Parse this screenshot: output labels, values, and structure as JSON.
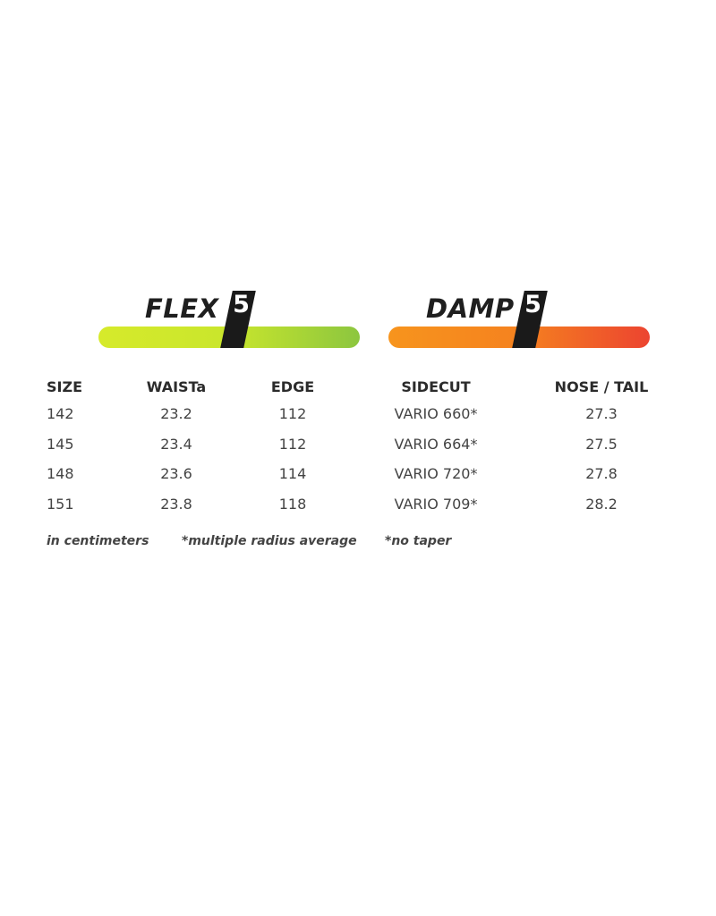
{
  "ratings": {
    "flex": {
      "label": "FLEX",
      "value": "5",
      "gradient": [
        "#d6ea2b",
        "#8cc63f"
      ]
    },
    "damp": {
      "label": "DAMP",
      "value": "5",
      "gradient": [
        "#f7941d",
        "#ec4430"
      ]
    }
  },
  "table": {
    "headers": [
      "SIZE",
      "WAISTa",
      "EDGE",
      "SIDECUT",
      "NOSE / TAIL"
    ],
    "rows": [
      [
        "142",
        "23.2",
        "112",
        "VARIO 660*",
        "27.3"
      ],
      [
        "145",
        "23.4",
        "112",
        "VARIO 664*",
        "27.5"
      ],
      [
        "148",
        "23.6",
        "114",
        "VARIO 720*",
        "27.8"
      ],
      [
        "151",
        "23.8",
        "118",
        "VARIO 709*",
        "28.2"
      ]
    ]
  },
  "notes": [
    "in centimeters",
    "*multiple radius average",
    "*no taper"
  ]
}
